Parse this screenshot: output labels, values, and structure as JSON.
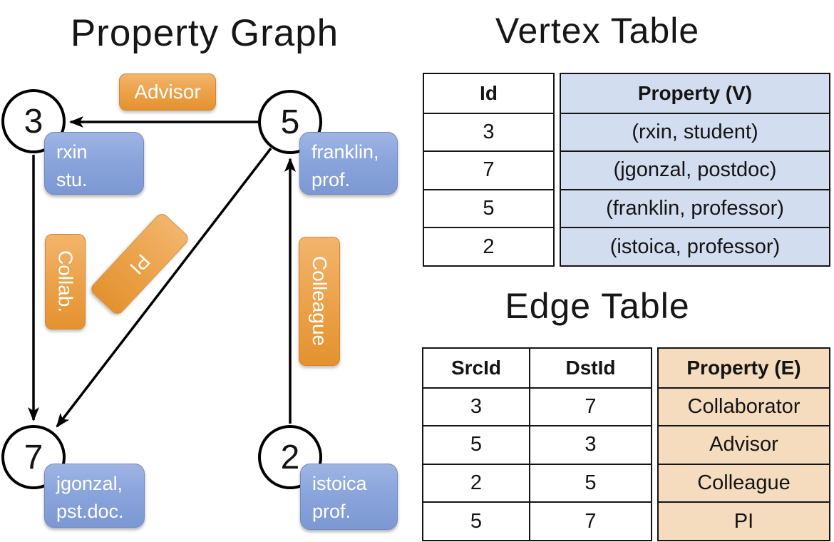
{
  "graph": {
    "title": "Property Graph",
    "vertices": [
      {
        "id": "3",
        "prop_line1": "rxin",
        "prop_line2": "stu."
      },
      {
        "id": "5",
        "prop_line1": "franklin,",
        "prop_line2": "prof."
      },
      {
        "id": "7",
        "prop_line1": "jgonzal,",
        "prop_line2": "pst.doc."
      },
      {
        "id": "2",
        "prop_line1": "istoica",
        "prop_line2": "prof."
      }
    ],
    "edge_labels": {
      "advisor": "Advisor",
      "collab": "Collab.",
      "pi": "PI",
      "colleague": "Colleague"
    }
  },
  "vertex_table": {
    "title": "Vertex Table",
    "col_id": "Id",
    "col_property": "Property (V)",
    "rows": [
      {
        "id": "3",
        "property": "(rxin, student)"
      },
      {
        "id": "7",
        "property": "(jgonzal, postdoc)"
      },
      {
        "id": "5",
        "property": "(franklin, professor)"
      },
      {
        "id": "2",
        "property": "(istoica, professor)"
      }
    ]
  },
  "edge_table": {
    "title": "Edge Table",
    "col_src": "SrcId",
    "col_dst": "DstId",
    "col_property": "Property (E)",
    "rows": [
      {
        "src": "3",
        "dst": "7",
        "property": "Collaborator"
      },
      {
        "src": "5",
        "dst": "3",
        "property": "Advisor"
      },
      {
        "src": "2",
        "dst": "5",
        "property": "Colleague"
      },
      {
        "src": "5",
        "dst": "7",
        "property": "PI"
      }
    ]
  },
  "colors": {
    "edge_label_fill": "#eca24a",
    "vertex_label_fill": "#8aa5dc",
    "vertex_table_fill": "#d3ddf0",
    "edge_table_fill": "#f5dcbf",
    "line_color": "#000000"
  }
}
